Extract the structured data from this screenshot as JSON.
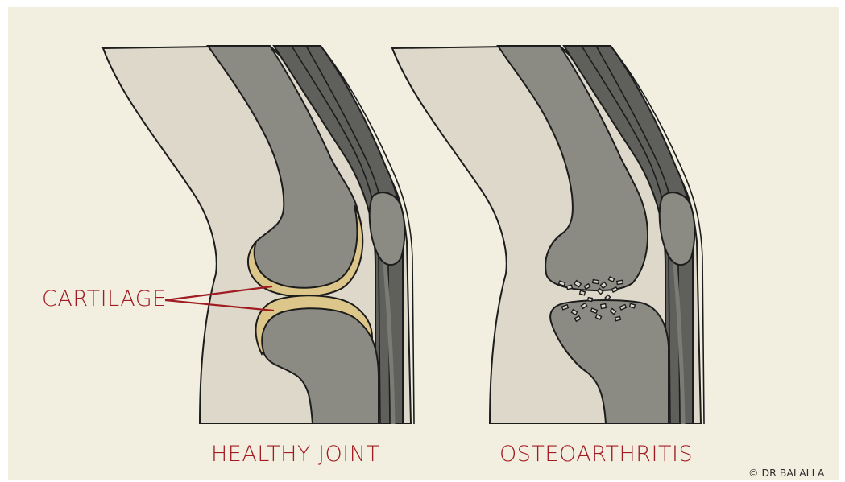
{
  "labels": {
    "cartilage": "CARTILAGE",
    "healthy_title": "HEALTHY JOINT",
    "oa_title": "OSTEOARTHRITIS",
    "copyright": "© DR BALALLA"
  },
  "colors": {
    "background": "#f3efe0",
    "soft_tissue": "#ddd8c9",
    "bone": "#8b8b84",
    "tendon_dark": "#5f5f5b",
    "tendon_mid": "#7b7b76",
    "cartilage": "#dcc689",
    "label_red": "#a01c22",
    "outline": "#1c1c1c"
  }
}
